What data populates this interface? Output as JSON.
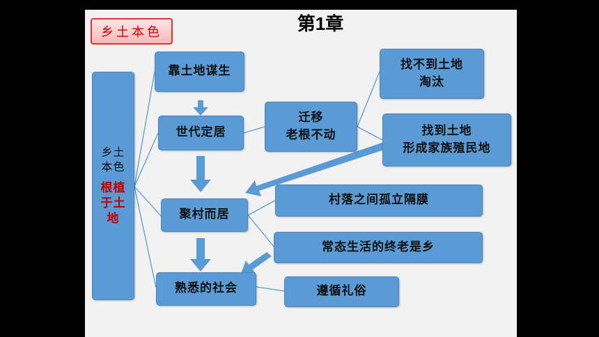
{
  "title": "第1章",
  "tag": "乡土本色",
  "root": {
    "line1": "乡土",
    "line2": "本色",
    "emph1": "根植",
    "emph2": "于土",
    "emph3": "地"
  },
  "nodes": {
    "farming": "靠土地谋生",
    "settled": "世代定居",
    "migrate_1": "迁移",
    "migrate_2": "老根不动",
    "no_land_1": "找不到土地",
    "no_land_2": "淘汰",
    "found_land_1": "找到土地",
    "found_land_2": "形成家族殖民地",
    "village": "聚村而居",
    "isolation": "村落之间孤立隔膜",
    "aging": "常态生活的终老是乡",
    "familiar": "熟悉的社会",
    "customs": "遵循礼俗"
  },
  "colors": {
    "box": "#5b9bd5",
    "arrow": "#5b9bd5",
    "emphasis": "#c00000",
    "tag_border": "#dd3333"
  }
}
